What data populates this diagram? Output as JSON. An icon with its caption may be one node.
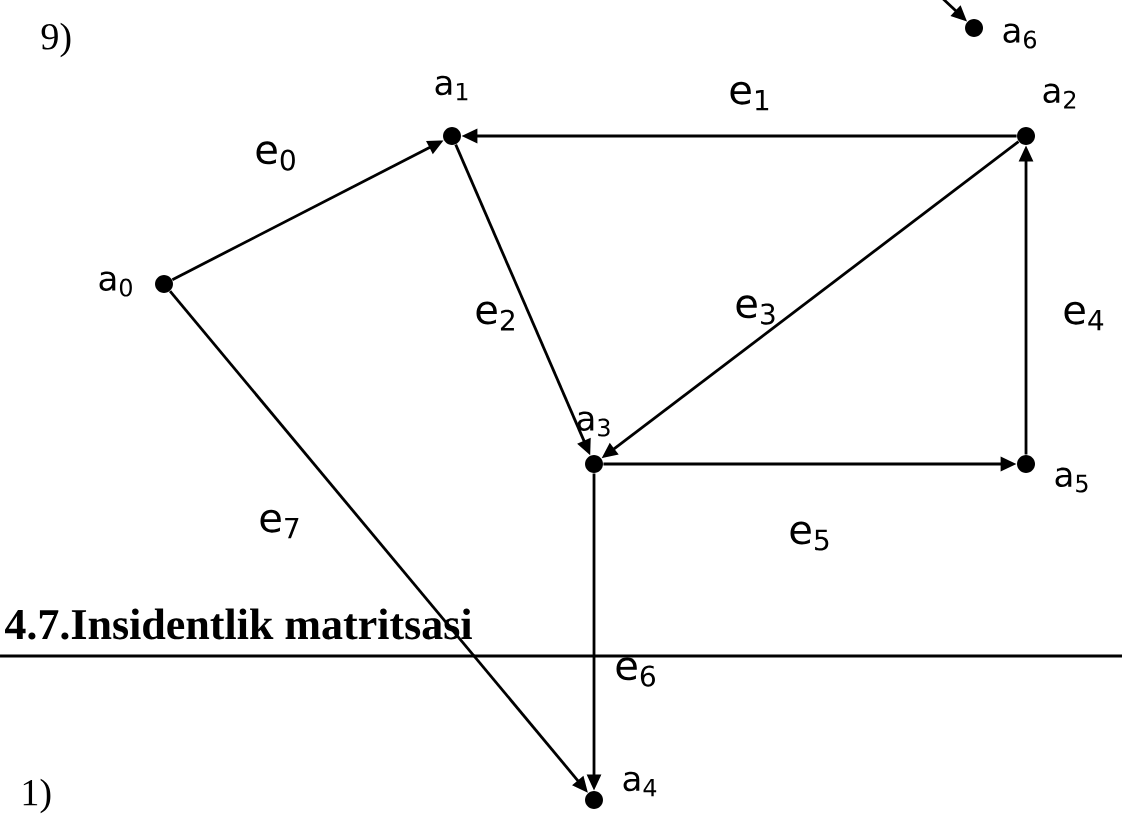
{
  "diagram": {
    "nodes": [
      {
        "text": [],
        "shape": "circle",
        "beside": [
          "a$_{0}$"
        ]
      },
      {
        "text": [],
        "shape": "circle",
        "beside": [
          "a$_{1}$"
        ]
      },
      {
        "text": [],
        "shape": "circle",
        "beside": [
          "a$_{2}$"
        ]
      },
      {
        "text": [],
        "shape": "circle",
        "beside": [
          "a$_{3}$"
        ]
      },
      {
        "text": [],
        "shape": "circle",
        "beside": [
          "a$_{4}$"
        ]
      },
      {
        "text": [],
        "shape": "circle",
        "beside": [
          "a$_{5}$"
        ]
      },
      {
        "text": [],
        "shape": "circle",
        "beside": [
          "a$_{6}$"
        ]
      }
    ],
    "edges": [
      {
        "from": 0,
        "to": 1,
        "arrow": "to",
        "label": "e$_{0}$"
      },
      {
        "from": 2,
        "to": 1,
        "arrow": "to",
        "label": "e$_{1}$"
      },
      {
        "from": 1,
        "to": 3,
        "arrow": "to",
        "label": "e$_{2}$"
      },
      {
        "from": 2,
        "to": 3,
        "arrow": "to",
        "label": "e$_{3}$"
      },
      {
        "from": 5,
        "to": 2,
        "arrow": "to",
        "label": "e$_{4}$"
      },
      {
        "from": 3,
        "to": 5,
        "arrow": "to",
        "label": "e$_{5}$"
      },
      {
        "from": 3,
        "to": 4,
        "arrow": "to",
        "label": "e$_{6}$"
      },
      {
        "from": 0,
        "to": 4,
        "arrow": "to",
        "label": "e$_{7}$"
      },
      {
        "from": null,
        "to": 6,
        "arrow": "to"
      }
    ],
    "labels": [
      "9)",
      "4.7.Insidentlik  matritsasi",
      "1)"
    ]
  }
}
